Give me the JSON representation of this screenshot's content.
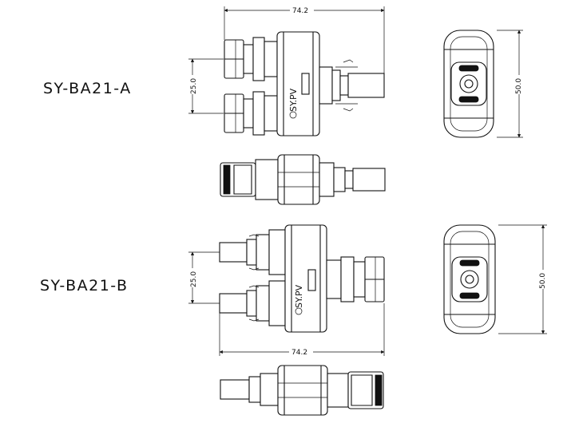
{
  "models": [
    {
      "label": "SY-BA21-A",
      "brand": "SY.PV",
      "dims": {
        "length": "74.2",
        "pitch": "25.0",
        "height": "50.0"
      }
    },
    {
      "label": "SY-BA21-B",
      "brand": "SY.PV",
      "dims": {
        "length": "74.2",
        "pitch": "25.0",
        "height": "50.0"
      }
    }
  ]
}
